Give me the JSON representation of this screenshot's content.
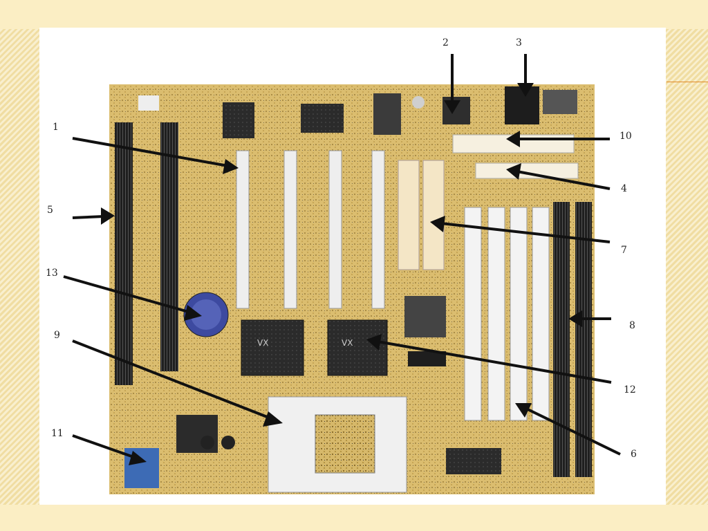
{
  "slide": {
    "background": "#f6e7b4",
    "accent_color": "#e08a28",
    "subject": "motherboard-photo"
  },
  "callouts": [
    {
      "id": "c1",
      "label": "1"
    },
    {
      "id": "c2",
      "label": "2"
    },
    {
      "id": "c3",
      "label": "3"
    },
    {
      "id": "c4",
      "label": "4"
    },
    {
      "id": "c5",
      "label": "5"
    },
    {
      "id": "c6",
      "label": "6"
    },
    {
      "id": "c7",
      "label": "7"
    },
    {
      "id": "c8",
      "label": "8"
    },
    {
      "id": "c9",
      "label": "9"
    },
    {
      "id": "c10",
      "label": "10"
    },
    {
      "id": "c11",
      "label": "11"
    },
    {
      "id": "c12",
      "label": "12"
    },
    {
      "id": "c13",
      "label": "13"
    }
  ]
}
